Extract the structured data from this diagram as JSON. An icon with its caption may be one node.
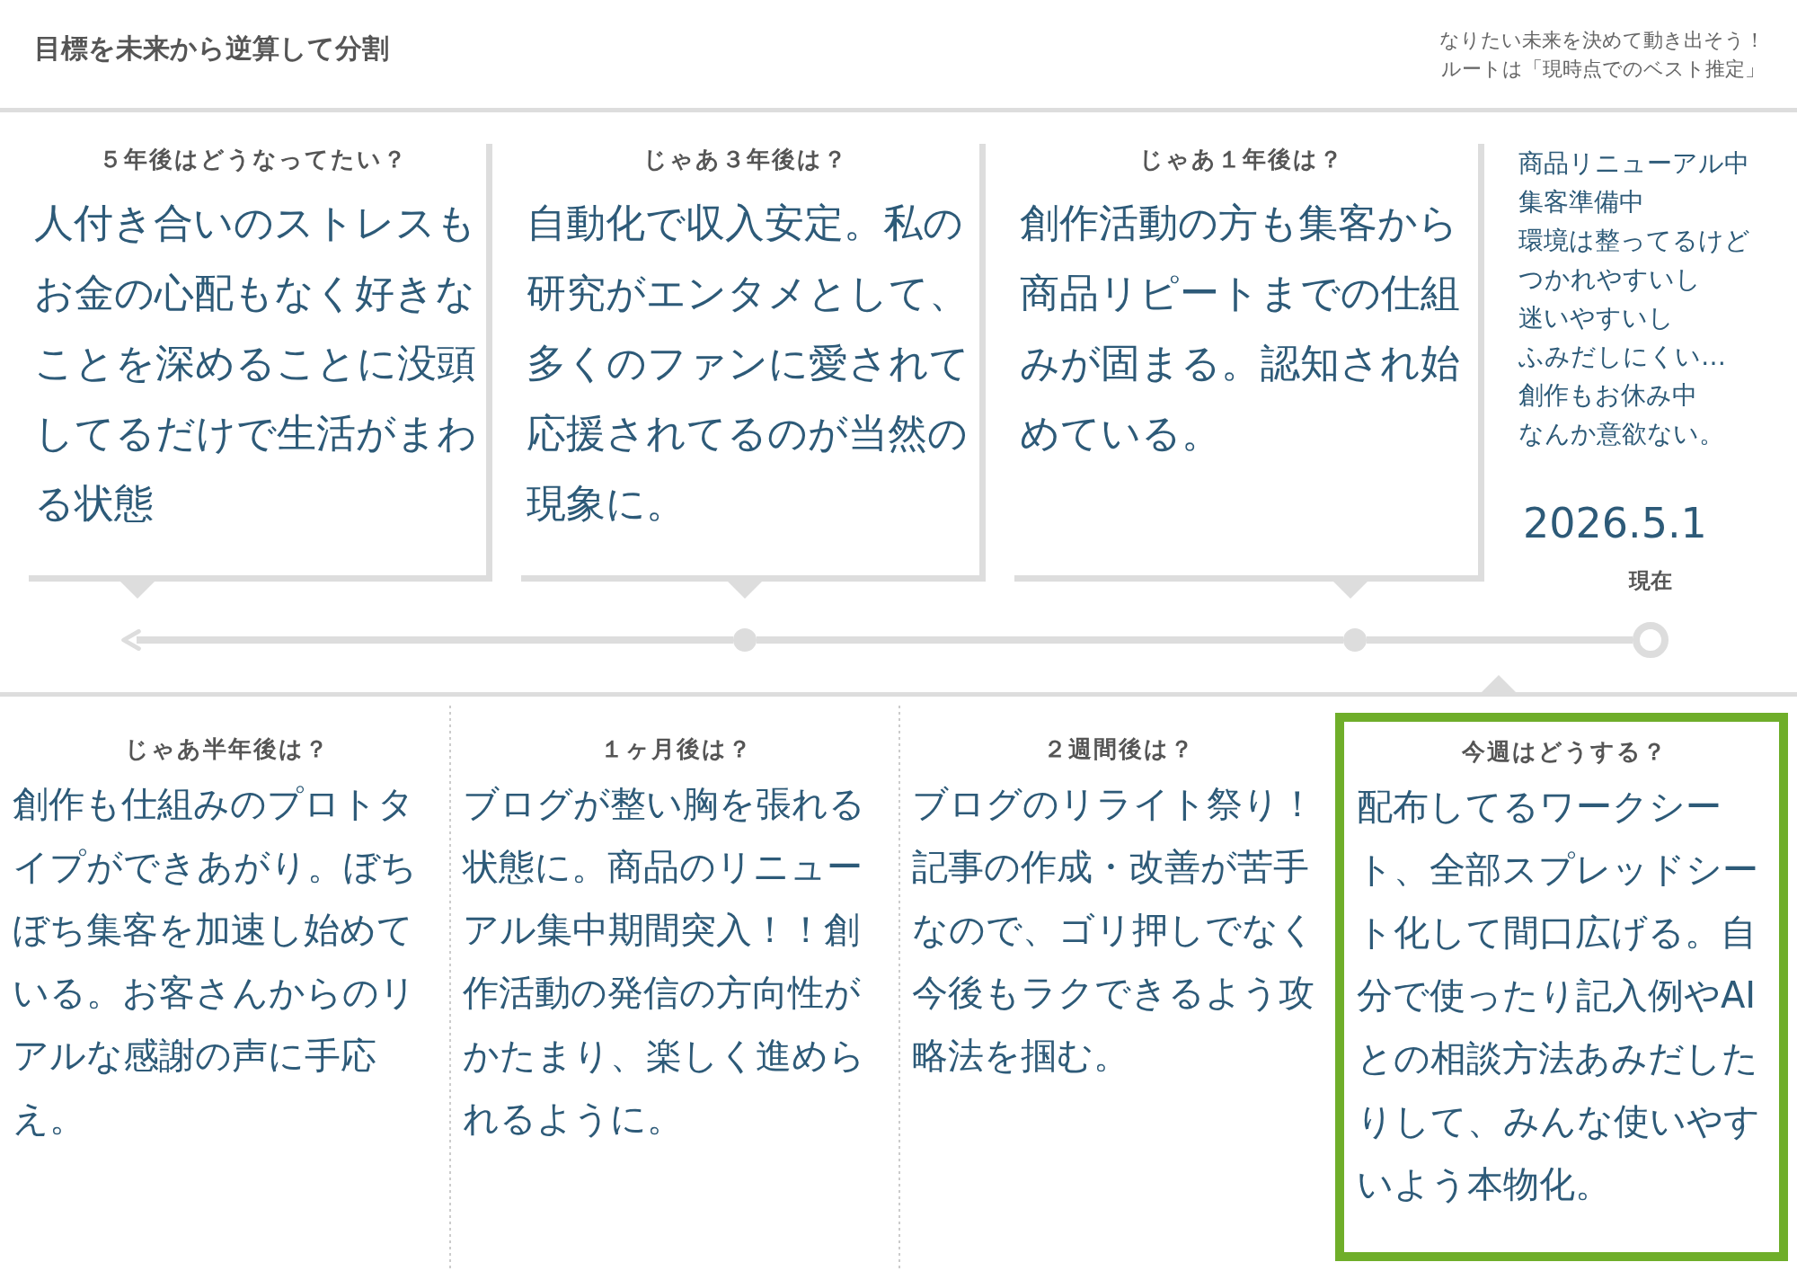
{
  "diagram": {
    "title": "目標を未来から逆算して分割",
    "nodes": [
      {
        "text": [
          "５年後はどうなってたい？",
          "人付き合いのストレスもお金の心配もなく好きなことを深めることに没頭してるだけで生活がまわる状態"
        ]
      },
      {
        "text": [
          "じゃあ３年後は？",
          "自動化で収入安定。私の研究がエンタメとして、多くのファンに愛されて応援されてるのが当然の現象に。"
        ]
      },
      {
        "text": [
          "じゃあ１年後は？",
          "創作活動の方も集客から商品リピートまでの仕組みが固まる。認知され始めている。"
        ]
      },
      {
        "text": [
          "じゃあ半年後は？",
          "創作も仕組みのプロトタイプができあがり。ぼちぼち集客を加速し始めている。お客さんからのリアルな感謝の声に手応え。"
        ]
      },
      {
        "text": [
          "１ヶ月後は？",
          "ブログが整い胸を張れる状態に。商品のリニューアル集中期間突入！！創作活動の発信の方向性がかたまり、楽しく進められるように。"
        ]
      },
      {
        "text": [
          "２週間後は？",
          "ブログのリライト祭り！記事の作成・改善が苦手なので、ゴリ押しでなく今後もラクできるよう攻略法を掴む。"
        ]
      },
      {
        "text": [
          "今週はどうする？",
          "配布してるワークシート、全部スプレッドシート化して間口広げる。自分で使ったり記入例やAIとの相談方法あみだしたりして、みんな使いやすいよう本物化。"
        ]
      },
      {
        "text": [],
        "shape": "circle"
      },
      {
        "text": [],
        "shape": "circle"
      },
      {
        "text": [],
        "shape": "circle",
        "beside": [
          "現在"
        ]
      }
    ],
    "edges": [
      {
        "from": 9,
        "to": 8,
        "arrow": "none"
      },
      {
        "from": 8,
        "to": 7,
        "arrow": "none"
      },
      {
        "from": 7,
        "to": 0,
        "arrow": "to"
      }
    ],
    "labels": [
      "なりたい未来を決めて動き出そう！",
      "ルートは「現時点でのベスト推定」",
      "商品リニューアル中",
      "集客準備中",
      "環境は整ってるけど",
      "つかれやすいし",
      "迷いやすいし",
      "ふみだしにくい…",
      "創作もお休み中",
      "なんか意欲ない。",
      "2026.5.1"
    ]
  }
}
